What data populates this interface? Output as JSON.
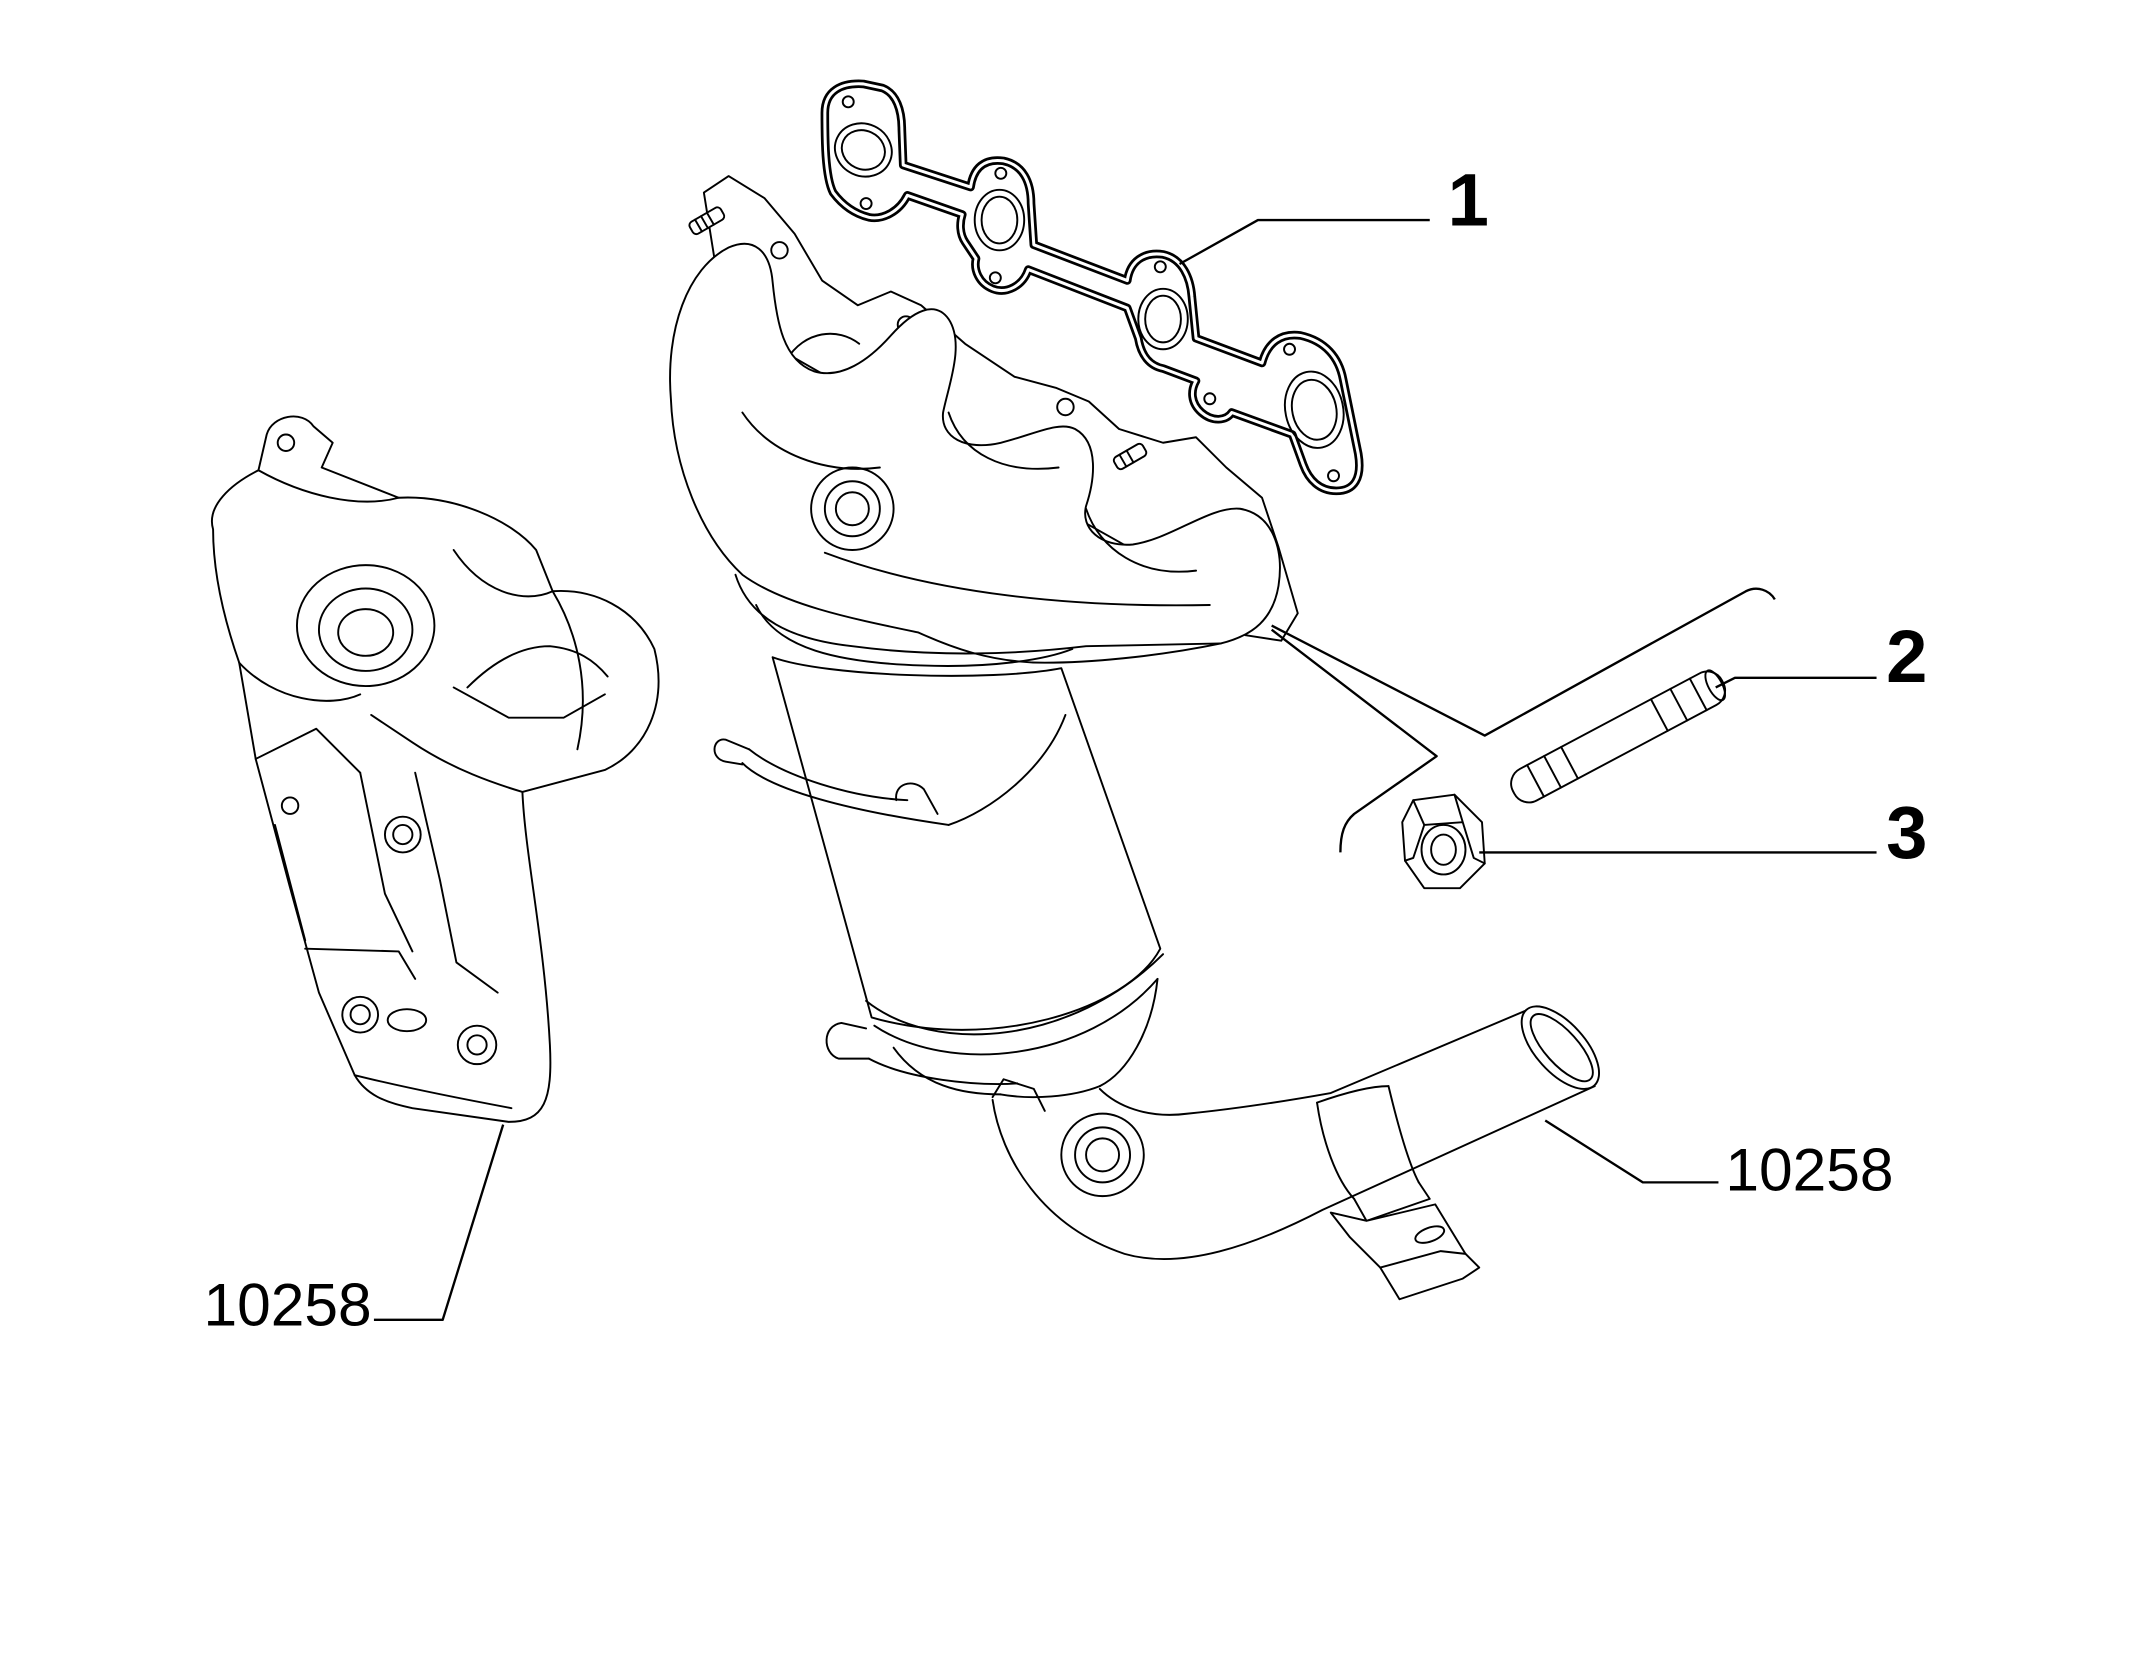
{
  "callouts": [
    {
      "label": "1"
    },
    {
      "label": "2"
    },
    {
      "label": "3"
    },
    {
      "label": "10258"
    },
    {
      "label": "10258"
    }
  ],
  "colors": {
    "line": "#000000",
    "background": "#ffffff"
  }
}
